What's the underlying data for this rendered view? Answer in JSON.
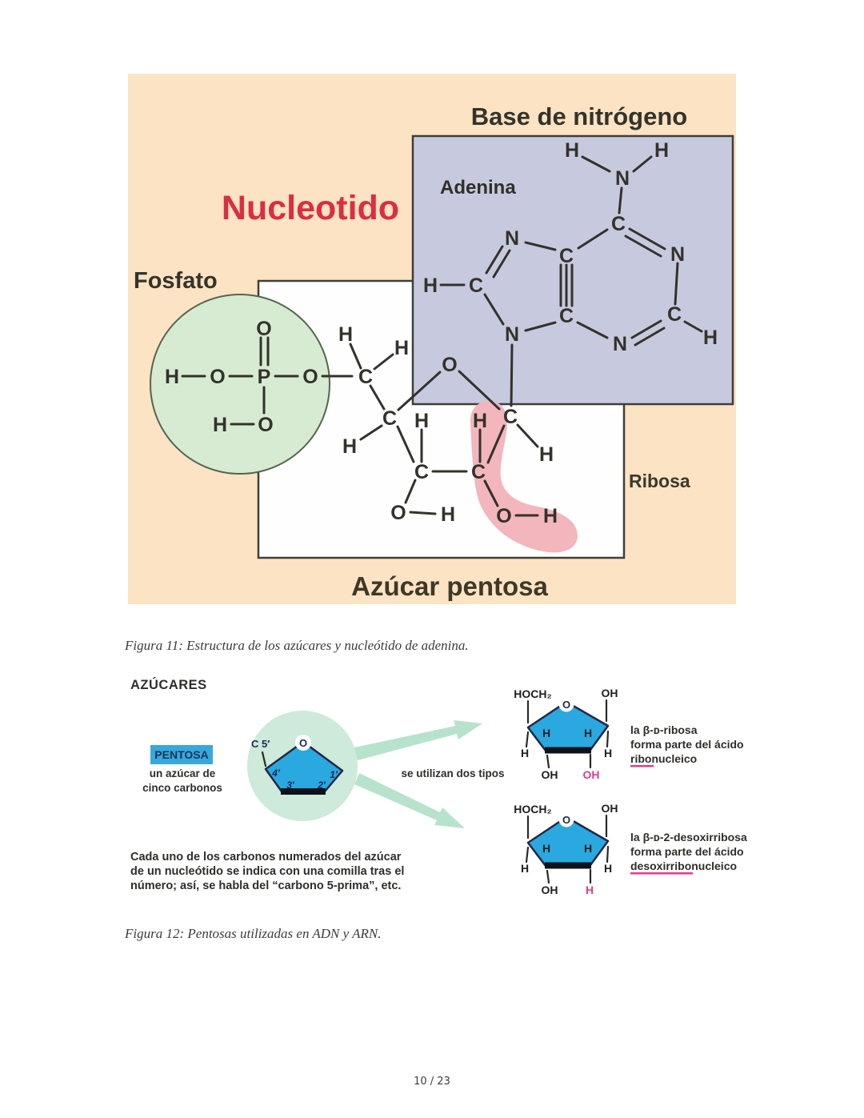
{
  "page_number": "10 / 23",
  "captions": {
    "fig11": "Figura 11: Estructura de los azúcares y nucleótido de adenina.",
    "fig12": "Figura 12: Pentosas utilizadas en ADN y ARN."
  },
  "colors": {
    "peach": "#fbe3c3",
    "blue_box": "#c7cade",
    "green_circle": "#d6ebd2",
    "white_box": "#fefefe",
    "pink_blob": "#f2b6bc",
    "red_title": "#da2e43",
    "ink": "#33322b",
    "pentagon_blue": "#2aa8e0",
    "mint_circle": "#cdeada",
    "arrow_mint": "#b7e3cc",
    "pink_text": "#e23a8e",
    "pentosa_bg": "#38a8dc"
  },
  "figure11": {
    "labels": {
      "base": "Base de nitrógeno",
      "adenina": "Adenina",
      "nucleotido": "Nucleotido",
      "fosfato": "Fosfato",
      "ribosa": "Ribosa",
      "azucar": "Azúcar pentosa"
    },
    "atoms": [
      [
        "O",
        170,
        318
      ],
      [
        "H",
        55,
        378
      ],
      [
        "O",
        112,
        378
      ],
      [
        "P",
        170,
        378
      ],
      [
        "O",
        228,
        378
      ],
      [
        "H",
        115,
        438
      ],
      [
        "O",
        172,
        438
      ],
      [
        "H",
        272,
        325
      ],
      [
        "H",
        342,
        342
      ],
      [
        "C",
        297,
        378
      ],
      [
        "C",
        327,
        430
      ],
      [
        "H",
        277,
        465
      ],
      [
        "H",
        367,
        433
      ],
      [
        "O",
        402,
        363
      ],
      [
        "C",
        478,
        428
      ],
      [
        "H",
        523,
        475
      ],
      [
        "H",
        440,
        433
      ],
      [
        "C",
        367,
        497
      ],
      [
        "C",
        438,
        497
      ],
      [
        "O",
        338,
        548
      ],
      [
        "H",
        400,
        550
      ],
      [
        "O",
        470,
        552
      ],
      [
        "H",
        528,
        552
      ],
      [
        "H",
        555,
        95
      ],
      [
        "H",
        667,
        95
      ],
      [
        "N",
        618,
        130
      ],
      [
        "C",
        613,
        187
      ],
      [
        "N",
        687,
        225
      ],
      [
        "C",
        548,
        227
      ],
      [
        "N",
        480,
        205
      ],
      [
        "C",
        435,
        264
      ],
      [
        "H",
        378,
        264
      ],
      [
        "C",
        548,
        302
      ],
      [
        "N",
        480,
        325
      ],
      [
        "C",
        683,
        300
      ],
      [
        "H",
        728,
        329
      ],
      [
        "N",
        615,
        337
      ]
    ],
    "bonds": [
      [
        166,
        330,
        166,
        364
      ],
      [
        175,
        330,
        175,
        364
      ],
      [
        68,
        378,
        96,
        378
      ],
      [
        127,
        378,
        155,
        378
      ],
      [
        184,
        378,
        212,
        378
      ],
      [
        170,
        392,
        170,
        424
      ],
      [
        129,
        438,
        157,
        438
      ],
      [
        243,
        378,
        280,
        378
      ],
      [
        291,
        368,
        278,
        338
      ],
      [
        308,
        369,
        331,
        351
      ],
      [
        303,
        390,
        320,
        419
      ],
      [
        317,
        440,
        291,
        457
      ],
      [
        338,
        420,
        390,
        373
      ],
      [
        414,
        372,
        464,
        419
      ],
      [
        487,
        439,
        512,
        466
      ],
      [
        470,
        440,
        450,
        486
      ],
      [
        480,
        339,
        479,
        415
      ],
      [
        440,
        445,
        440,
        485
      ],
      [
        367,
        445,
        367,
        485
      ],
      [
        381,
        497,
        423,
        497
      ],
      [
        337,
        441,
        357,
        485
      ],
      [
        359,
        508,
        347,
        536
      ],
      [
        353,
        548,
        384,
        550
      ],
      [
        446,
        509,
        462,
        540
      ],
      [
        485,
        552,
        512,
        552
      ],
      [
        568,
        104,
        602,
        122
      ],
      [
        654,
        104,
        632,
        122
      ],
      [
        617,
        143,
        614,
        174
      ],
      [
        627,
        194,
        671,
        219
      ],
      [
        622,
        203,
        666,
        228
      ],
      [
        599,
        195,
        563,
        218
      ],
      [
        534,
        220,
        497,
        211
      ],
      [
        468,
        216,
        448,
        249
      ],
      [
        477,
        221,
        457,
        254
      ],
      [
        391,
        264,
        420,
        264
      ],
      [
        446,
        276,
        469,
        313
      ],
      [
        541,
        239,
        541,
        290
      ],
      [
        548,
        239,
        548,
        290
      ],
      [
        555,
        239,
        555,
        290
      ],
      [
        534,
        311,
        497,
        321
      ],
      [
        562,
        311,
        599,
        330
      ],
      [
        630,
        330,
        666,
        309
      ],
      [
        634,
        339,
        670,
        318
      ],
      [
        687,
        237,
        684,
        288
      ],
      [
        696,
        310,
        717,
        322
      ]
    ]
  },
  "figure12": {
    "heading": "AZÚCARES",
    "pentosa": {
      "label": "PENTOSA",
      "sub1": "un azúcar de",
      "sub2": "cinco carbonos"
    },
    "ring": {
      "c5": "C 5′",
      "o": "O",
      "n4": "4′",
      "n3": "3′",
      "n2": "2′",
      "n1": "1′"
    },
    "middle_text": "se utilizan dos tipos",
    "ribosa": {
      "o": "O",
      "line1_prefix": "la ",
      "name": "β-ᴅ-ribosa",
      "line2": "forma parte del ácido",
      "line3": "ribonucleico"
    },
    "desoxirribosa": {
      "o": "O",
      "line1_prefix": "la ",
      "name": "β-ᴅ-2-desoxirribosa",
      "line2": "forma parte del ácido",
      "line3": "desoxirribonucleico"
    },
    "note_lines": [
      "Cada uno de los carbonos numerados del azúcar",
      "de un nucleótido se indica con una comilla tras el",
      "número; así, se habla del “carbono 5-prima”, etc."
    ],
    "atoms": [
      [
        "HOCH₂",
        506,
        24
      ],
      [
        "OH",
        602,
        23
      ],
      [
        "H",
        523,
        73
      ],
      [
        "H",
        575,
        73
      ],
      [
        "H",
        496,
        98
      ],
      [
        "H",
        600,
        98
      ],
      [
        "OH",
        527,
        125
      ],
      [
        "OH",
        579,
        125,
        "pink"
      ],
      [
        "HOCH₂",
        506,
        168
      ],
      [
        "OH",
        602,
        167
      ],
      [
        "H",
        523,
        217
      ],
      [
        "H",
        575,
        217
      ],
      [
        "H",
        496,
        242
      ],
      [
        "H",
        600,
        242
      ],
      [
        "OH",
        527,
        269
      ],
      [
        "H",
        577,
        269,
        "pink"
      ]
    ],
    "bonds": [
      [
        168,
        97,
        172,
        114
      ],
      [
        500,
        33,
        500,
        60
      ],
      [
        598,
        32,
        598,
        58
      ],
      [
        500,
        72,
        498,
        90
      ],
      [
        600,
        71,
        599,
        90
      ],
      [
        524,
        101,
        526,
        116
      ],
      [
        578,
        100,
        578,
        116
      ],
      [
        500,
        177,
        500,
        204
      ],
      [
        598,
        176,
        598,
        202
      ],
      [
        500,
        216,
        498,
        234
      ],
      [
        600,
        215,
        599,
        234
      ],
      [
        524,
        245,
        526,
        260
      ],
      [
        578,
        244,
        578,
        260
      ]
    ]
  }
}
